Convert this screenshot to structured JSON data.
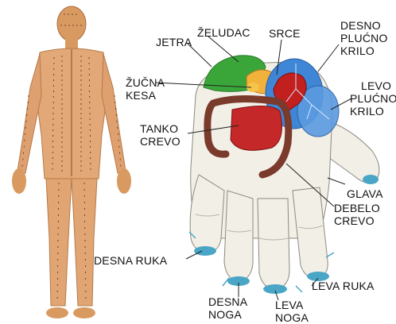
{
  "labels": {
    "jetra": "JETRA",
    "zeludac": "ŽELUDAC",
    "srce": "SRCE",
    "desno_plucno_krilo": [
      "DESNO",
      "PLUĆNO",
      "KRILO"
    ],
    "zucna_kesa": [
      "ŽUČNA",
      "KESA"
    ],
    "levo_plucno_krilo": [
      "LEVO",
      "PLUĆNO",
      "KRILO"
    ],
    "tanko_crevo": [
      "TANKO",
      "CREVO"
    ],
    "glava": "GLAVA",
    "debelo_crevo": [
      "DEBELO",
      "CREVO"
    ],
    "desna_ruka": "DESNA RUKA",
    "leva_ruka": "LEVA RUKA",
    "desna_noga": [
      "DESNA",
      "NOGA"
    ],
    "leva_noga": [
      "LEVA",
      "NOGA"
    ]
  },
  "colors": {
    "skin": "#e3a877",
    "hand": "#f2efe6",
    "liver": "#3aa63a",
    "lung": "#3f86d6",
    "heart": "#c21f1f",
    "intestine_small": "#c42828",
    "intestine_large": "#7a3a2c",
    "stomach": "#f0b23a",
    "foot_zone": "#4aa6c6"
  }
}
